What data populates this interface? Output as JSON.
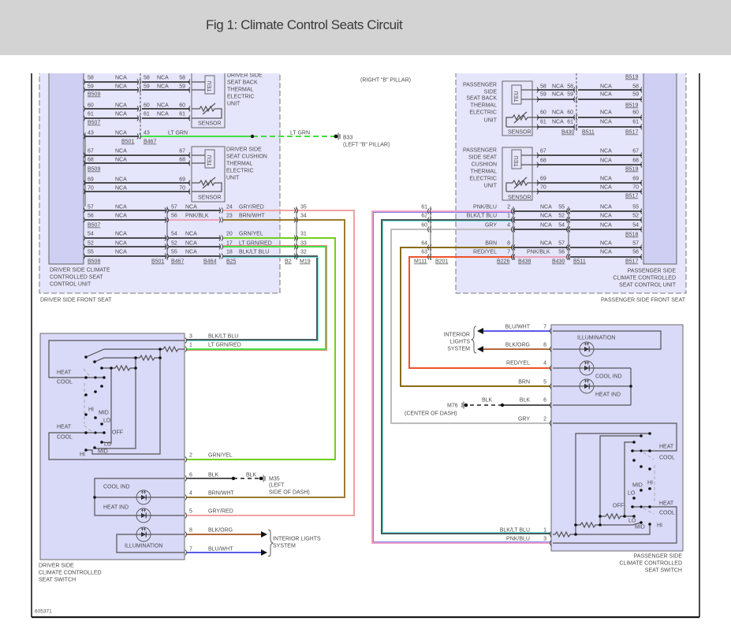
{
  "header": {
    "title": "Fig 1: Climate Control Seats Circuit"
  },
  "wire_colors": {
    "NCA": "#1b1b1b",
    "LT GRN": "#3fe03f",
    "GRY/RED": "#f1a2a2",
    "BRN/WHT": "#9c7b2f",
    "GRN/YEL": "#70cf1e",
    "LT GRN/RED": "#45df45",
    "BLK/LT BLU": "#4d5a5a",
    "PNK/BLK": "#eaa2b8",
    "PNK/BLU": "#f0a2cc",
    "GRY": "#bdbdbd",
    "BRN": "#8b6a18",
    "RED/YEL": "#f0522a",
    "BLK/ORG": "#b06a38",
    "BLU/WHT": "#5a5ae8",
    "BLK": "#555555"
  },
  "wire_stripes": {
    "LT GRN/RED": "#f08080",
    "BLK/LT BLU": "#6fe3e3",
    "PNK/BLU": "#7a7aea"
  },
  "diagram": {
    "code": "605371",
    "right_b_pillar_label": "(RIGHT \"B\" PILLAR)",
    "ground_b33": {
      "wire": "LT GRN",
      "id": "B33",
      "location": "(LEFT \"B\" PILLAR)"
    },
    "driver_seat": {
      "label": "DRIVER SIDE FRONT SEAT",
      "control_unit_label": [
        "DRIVER SIDE CLIMATE",
        "CONTROLLED SEAT",
        "CONTROL UNIT"
      ],
      "back_teu": {
        "label": [
          "DRIVER SIDE",
          "SEAT BACK",
          "THERMAL",
          "ELECTRIC",
          "UNIT"
        ],
        "teu": "TEU",
        "sensor": "SENSOR"
      },
      "cushion_teu": {
        "label": [
          "DRIVER SIDE",
          "SEAT CUSHION",
          "THERMAL",
          "ELECTRIC",
          "UNIT"
        ],
        "teu": "TEU",
        "sensor": "SENSOR"
      },
      "back_rows": [
        {
          "cu_pin": "58",
          "cu_wire": "NCA",
          "mid_pin": "58",
          "mid_wire": "NCA",
          "teu_pin": "58"
        },
        {
          "cu_pin": "59",
          "cu_wire": "NCA",
          "mid_pin": "59",
          "mid_wire": "NCA",
          "teu_pin": "59"
        },
        {
          "cu_pin": "60",
          "cu_wire": "NCA",
          "mid_pin": "60",
          "mid_wire": "NCA",
          "teu_pin": "60"
        },
        {
          "cu_pin": "61",
          "cu_wire": "NCA",
          "mid_pin": "61",
          "mid_wire": "NCA",
          "teu_pin": "61"
        }
      ],
      "back_connectors": [
        "B509",
        "B507"
      ],
      "ground_row": {
        "cu_pin": "43",
        "cu_wire": "NCA",
        "mid_pin": "43",
        "mid_wire": "LT GRN",
        "connectors": [
          "B501",
          "B467"
        ]
      },
      "cushion_rows": [
        {
          "cu_pin": "67",
          "cu_wire": "NCA",
          "teu_pin": "67"
        },
        {
          "cu_pin": "68",
          "cu_wire": "NCA",
          "teu_pin": "68"
        },
        {
          "cu_pin": "69",
          "cu_wire": "NCA",
          "teu_pin": "69"
        },
        {
          "cu_pin": "70",
          "cu_wire": "NCA",
          "teu_pin": "70"
        }
      ],
      "cushion_connectors": [
        "B509"
      ],
      "lower_rows": [
        {
          "cu_pin": "57",
          "cu_wire": "NCA",
          "mid_pin": "57",
          "mid_wire": "NCA",
          "out_pin": "24",
          "out_wire": "GRY/RED",
          "inline_pin": "35"
        },
        {
          "cu_pin": "56",
          "cu_wire": "NCA",
          "mid_pin": "56",
          "mid_wire": "PNK/BLK",
          "out_pin": "23",
          "out_wire": "BRN/WHT",
          "inline_pin": "34"
        },
        {
          "cu_pin": "54",
          "cu_wire": "NCA",
          "mid_pin": "54",
          "mid_wire": "NCA",
          "out_pin": "20",
          "out_wire": "GRN/YEL",
          "inline_pin": "31"
        },
        {
          "cu_pin": "52",
          "cu_wire": "NCA",
          "mid_pin": "52",
          "mid_wire": "NCA",
          "out_pin": "17",
          "out_wire": "LT GRN/RED",
          "inline_pin": "33"
        },
        {
          "cu_pin": "55",
          "cu_wire": "NCA",
          "mid_pin": "55",
          "mid_wire": "NCA",
          "out_pin": "18",
          "out_wire": "BLK/LT BLU",
          "inline_pin": "32"
        }
      ],
      "lower_connectors": [
        "B507",
        "B508",
        "B501",
        "B467",
        "B464",
        "B25",
        "B2",
        "M19"
      ]
    },
    "passenger_seat": {
      "label": "PASSENGER SIDE FRONT SEAT",
      "control_unit_label": [
        "PASSENGER SIDE",
        "CLIMATE CONTROLLED",
        "SEAT CONTROL UNIT"
      ],
      "top_connector": "B519",
      "back_teu": {
        "label": [
          "PASSENGER",
          "SIDE",
          "SEAT BACK",
          "THERMAL",
          "ELECTRIC",
          "UNIT"
        ],
        "teu": "TEU",
        "sensor": "SENSOR"
      },
      "cushion_teu": {
        "label": [
          "PASSENGER",
          "SIDE SEAT",
          "CUSHION",
          "THERMAL",
          "ELECTRIC",
          "UNIT"
        ],
        "teu": "TEU",
        "sensor": "SENSOR"
      },
      "back_rows": [
        {
          "teu_pin": "58",
          "mid_wire": "NCA",
          "mid_pin": "58",
          "cu_wire": "NCA",
          "cu_pin": "58"
        },
        {
          "teu_pin": "59",
          "mid_wire": "NCA",
          "mid_pin": "59",
          "cu_wire": "NCA",
          "cu_pin": "59"
        },
        {
          "teu_pin": "60",
          "mid_wire": "NCA",
          "mid_pin": "60",
          "cu_wire": "NCA",
          "cu_pin": "60"
        },
        {
          "teu_pin": "61",
          "mid_wire": "NCA",
          "mid_pin": "61",
          "cu_wire": "NCA",
          "cu_pin": "61"
        }
      ],
      "back_connectors": [
        "B519",
        "B430",
        "B511",
        "B517"
      ],
      "cushion_rows": [
        {
          "teu_pin": "67",
          "cu_wire": "NCA",
          "cu_pin": "67"
        },
        {
          "teu_pin": "68",
          "cu_wire": "NCA",
          "cu_pin": "68"
        },
        {
          "teu_pin": "69",
          "cu_wire": "NCA",
          "cu_pin": "69"
        },
        {
          "teu_pin": "70",
          "cu_wire": "NCA",
          "cu_pin": "70"
        }
      ],
      "cushion_connectors": [
        "B519",
        "B517"
      ],
      "lower_rows": [
        {
          "inline_pin": "61",
          "in_wire": "PNK/BLU",
          "in_pin": "2",
          "mid_wire": "NCA",
          "mid_pin": "55",
          "cu_wire": "NCA",
          "cu_pin": "55"
        },
        {
          "inline_pin": "62",
          "in_wire": "BLK/LT BLU",
          "in_pin": "1",
          "mid_wire": "NCA",
          "mid_pin": "52",
          "cu_wire": "NCA",
          "cu_pin": "52"
        },
        {
          "inline_pin": "60",
          "in_wire": "GRY",
          "in_pin": "4",
          "mid_wire": "NCA",
          "mid_pin": "54",
          "cu_wire": "NCA",
          "cu_pin": "54"
        },
        {
          "inline_pin": "64",
          "in_wire": "BRN",
          "in_pin": "8",
          "mid_wire": "NCA",
          "mid_pin": "57",
          "cu_wire": "NCA",
          "cu_pin": "57"
        },
        {
          "inline_pin": "63",
          "in_wire": "RED/YEL",
          "in_pin": "7",
          "mid_wire": "PNK/BLK",
          "mid_pin": "56",
          "cu_wire": "NCA",
          "cu_pin": "56"
        }
      ],
      "lower_connectors": [
        "B518",
        "M111",
        "B201",
        "B226",
        "B438",
        "B430",
        "B511",
        "B517"
      ]
    },
    "driver_switch": {
      "label": [
        "DRIVER SIDE",
        "CLIMATE CONTROLLED",
        "SEAT SWITCH"
      ],
      "pins": [
        {
          "pin": "3",
          "wire": "BLK/LT BLU"
        },
        {
          "pin": "1",
          "wire": "LT GRN/RED"
        },
        {
          "pin": "2",
          "wire": "GRN/YEL"
        },
        {
          "pin": "6",
          "wire": "BLK"
        },
        {
          "pin": "4",
          "wire": "BRN/WHT"
        },
        {
          "pin": "5",
          "wire": "GRY/RED"
        },
        {
          "pin": "8",
          "wire": "BLK/ORG"
        },
        {
          "pin": "7",
          "wire": "BLU/WHT"
        }
      ],
      "ground": {
        "wire": "BLK",
        "id": "M35",
        "location": [
          "(LEFT",
          "SIDE OF DASH)"
        ]
      },
      "interior_lights": [
        "INTERIOR LIGHTS",
        "SYSTEM"
      ],
      "internal_labels": {
        "heat_1": "HEAT",
        "cool_1": "COOL",
        "hi_1": "HI",
        "mid_1": "MID",
        "lo_1": "LO",
        "heat_2": "HEAT",
        "cool_2": "COOL",
        "off": "OFF",
        "lo_2": "LO",
        "mid_2": "MID",
        "hi_2": "HI",
        "cool_ind": "COOL IND",
        "heat_ind": "HEAT IND",
        "illumination": "ILLUMINATION"
      }
    },
    "passenger_switch": {
      "label": [
        "PASSENGER SIDE",
        "CLIMATE CONTROLLED",
        "SEAT SWITCH"
      ],
      "pins": [
        {
          "pin": "7",
          "wire": "BLU/WHT"
        },
        {
          "pin": "8",
          "wire": "BLK/ORG"
        },
        {
          "pin": "4",
          "wire": "RED/YEL"
        },
        {
          "pin": "5",
          "wire": "BRN"
        },
        {
          "pin": "6",
          "wire": "BLK"
        },
        {
          "pin": "2",
          "wire": "GRY"
        },
        {
          "pin": "1",
          "wire": "BLK/LT BLU"
        },
        {
          "pin": "3",
          "wire": "PNK/BLU"
        }
      ],
      "ground": {
        "wire": "BLK",
        "id": "M76",
        "location": "(CENTER OF DASH)"
      },
      "interior_lights": [
        "INTERIOR",
        "LIGHTS",
        "SYSTEM"
      ],
      "internal_labels": {
        "illumination": "ILLUMINATION",
        "cool_ind": "COOL IND",
        "heat_ind": "HEAT IND",
        "heat_1": "HEAT",
        "cool_1": "COOL",
        "mid_1": "MID",
        "hi_1": "HI",
        "lo_1": "LO",
        "off": "OFF",
        "heat_2": "HEAT",
        "cool_2": "COOL",
        "lo_2": "LO",
        "mid_2": "MID",
        "hi_2": "HI"
      }
    }
  }
}
